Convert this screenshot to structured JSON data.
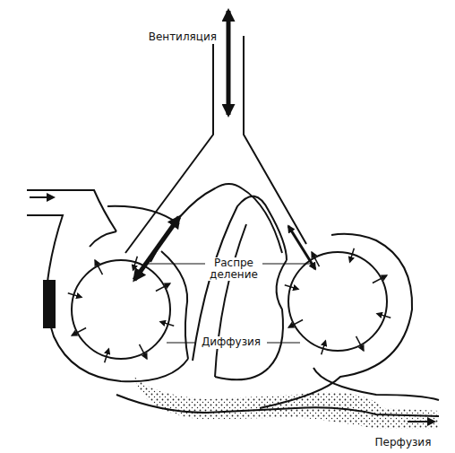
{
  "diagram": {
    "labels": [
      "Вентиляция",
      "Распре деление",
      "Диффузия",
      "Перфузия"
    ]
  }
}
